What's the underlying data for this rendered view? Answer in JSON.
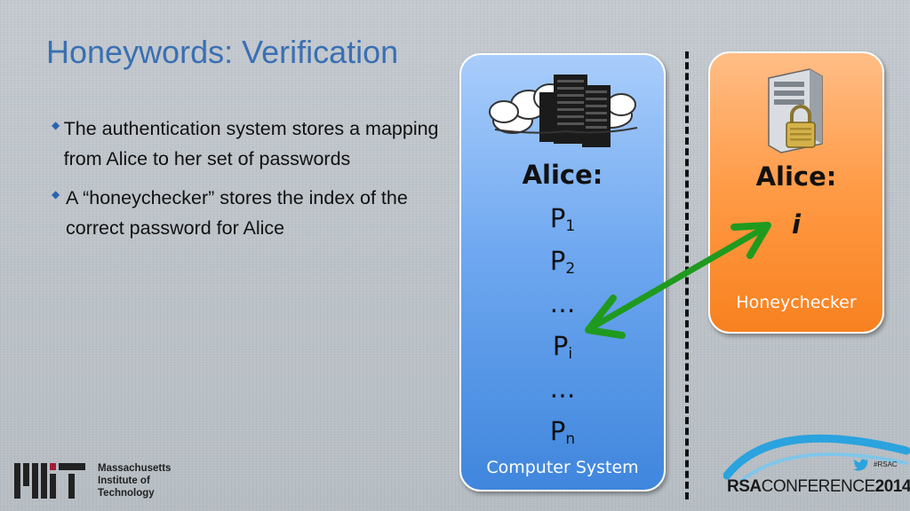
{
  "slide": {
    "title": "Honeywords: Verification",
    "bullets": [
      "The authentication system stores a mapping from Alice to her set of passwords",
      "A “honeychecker” stores the index of the correct password for Alice"
    ]
  },
  "computer_system": {
    "user": "Alice:",
    "passwords": [
      {
        "base": "P",
        "sub": "1"
      },
      {
        "base": "P",
        "sub": "2"
      },
      {
        "base": "…",
        "sub": ""
      },
      {
        "base": "P",
        "sub": "i"
      },
      {
        "base": "…",
        "sub": ""
      },
      {
        "base": "P",
        "sub": "n"
      }
    ],
    "label": "Computer System"
  },
  "honeychecker": {
    "user": "Alice:",
    "index": "i",
    "label": "Honeychecker"
  },
  "footer": {
    "mit_lines": [
      "Massachusetts",
      "Institute of",
      "Technology"
    ],
    "hashtag": "#RSAC",
    "rsa_brand": "RSA",
    "conference": "CONFERENCE",
    "year": "2014"
  },
  "colors": {
    "title": "#3a6fb3",
    "computer_box": "#4a8de0",
    "honeychecker_box": "#ff9a45",
    "arrow": "#1f9a1f"
  }
}
